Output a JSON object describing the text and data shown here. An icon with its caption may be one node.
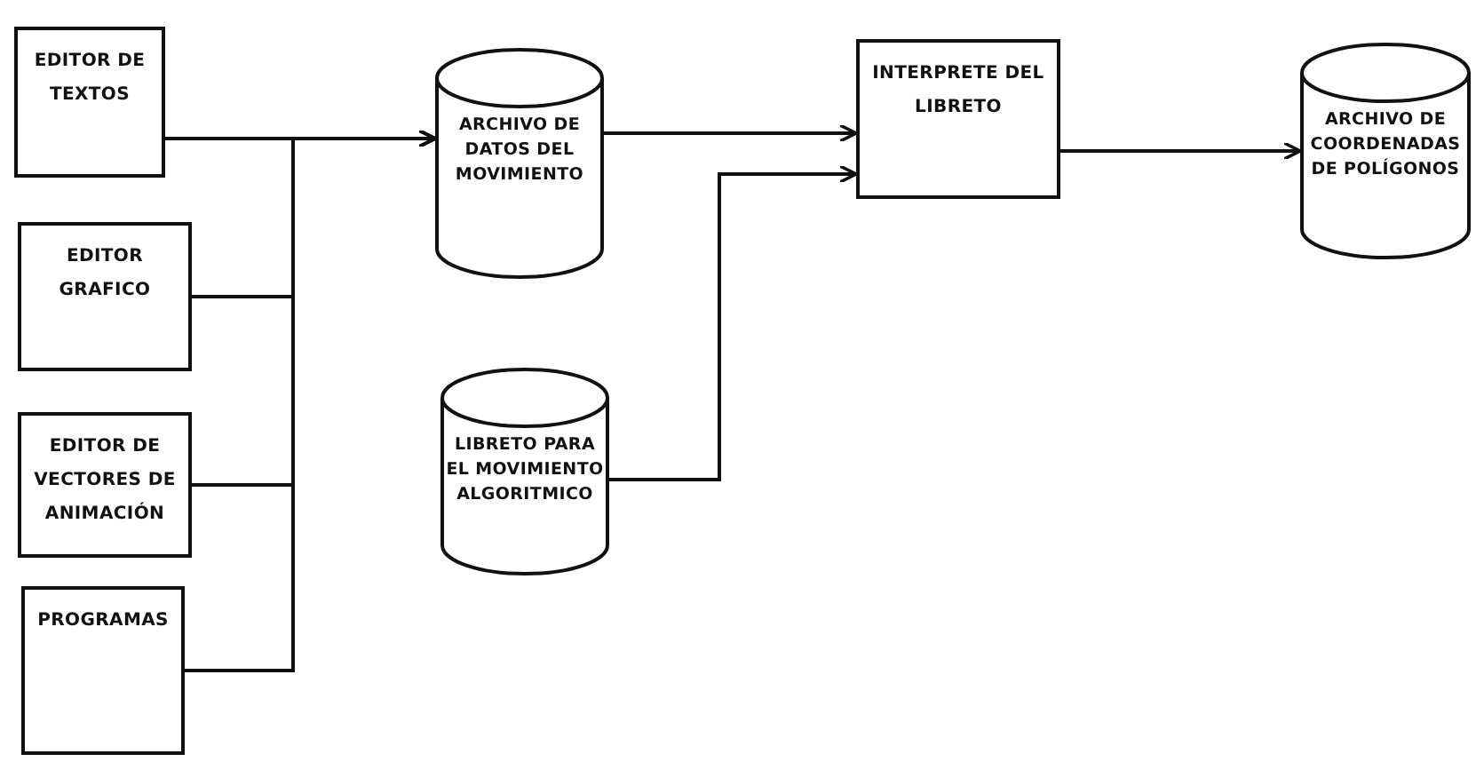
{
  "diagram": {
    "nodes": [
      {
        "text": [
          "EDITOR DE TEXTOS"
        ]
      },
      {
        "text": [
          "EDITOR GRAFICO"
        ]
      },
      {
        "text": [
          "EDITOR DE VECTORES DE ANIMACIÓN"
        ]
      },
      {
        "text": [
          "PROGRAMAS"
        ]
      },
      {
        "text": [
          "ARCHIVO DE DATOS DEL MOVIMIENTO"
        ]
      },
      {
        "text": [
          "LIBRETO PARA EL MOVIMIENTO ALGORITMICO"
        ]
      },
      {
        "text": [
          "INTERPRETE DEL LIBRETO"
        ]
      },
      {
        "text": [
          "ARCHIVO DE COORDENADAS DE POLÍGONOS"
        ]
      }
    ],
    "edges": [
      {
        "from": 0,
        "to": 4,
        "arrow": "to"
      },
      {
        "from": 1,
        "to": 4,
        "arrow": "to"
      },
      {
        "from": 2,
        "to": 4,
        "arrow": "to"
      },
      {
        "from": 3,
        "to": 4,
        "arrow": "to"
      },
      {
        "from": 4,
        "to": 6,
        "arrow": "to"
      },
      {
        "from": 5,
        "to": 6,
        "arrow": "to"
      },
      {
        "from": 6,
        "to": 7,
        "arrow": "to"
      }
    ]
  }
}
